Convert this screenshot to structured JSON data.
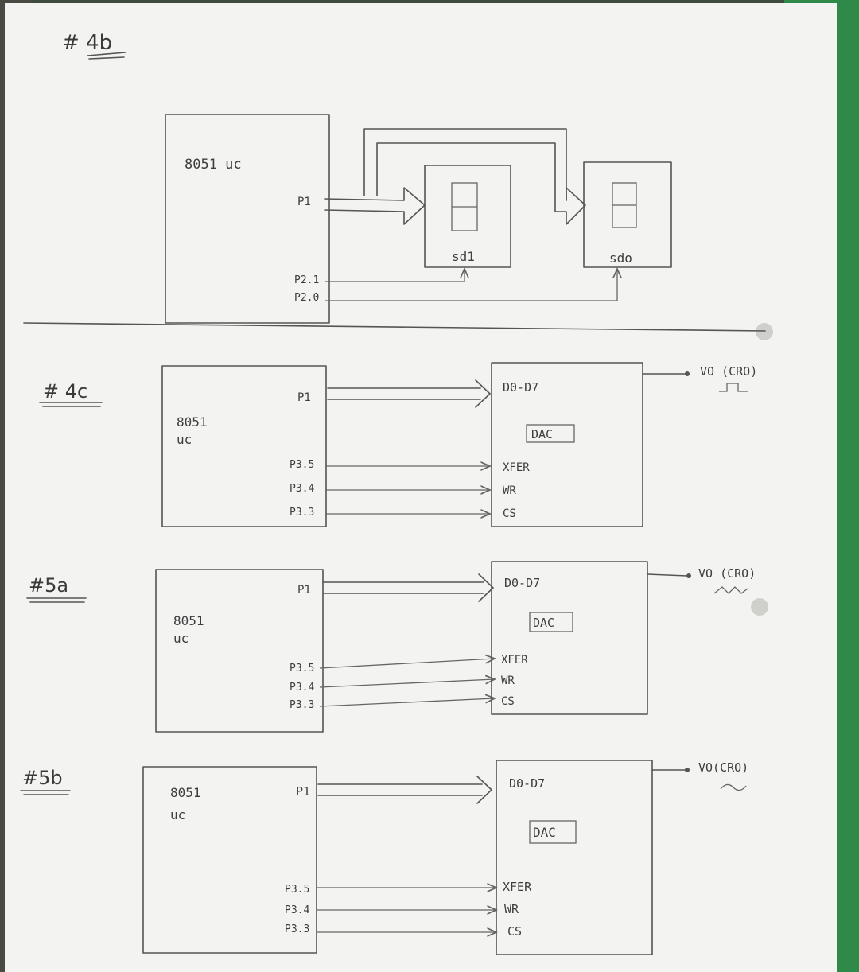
{
  "colors": {
    "paper": "#f3f3f1",
    "ink": "#555555",
    "background_green": "#2f8a4a"
  },
  "sections": {
    "s4b": {
      "heading": "# 4b",
      "uc_label": "8051 uc",
      "port_p1": "P1",
      "port_p21": "P2.1",
      "port_p20": "P2.0",
      "display1": "sd1",
      "display2": "sdo"
    },
    "s4c": {
      "heading": "# 4c",
      "uc_label_1": "8051",
      "uc_label_2": "uc",
      "port_p1": "P1",
      "port_p35": "P3.5",
      "port_p34": "P3.4",
      "port_p33": "P3.3",
      "dac_data": "D0-D7",
      "dac_label": "DAC",
      "pin_xfer": "XFER",
      "pin_wr": "WR",
      "pin_cs": "CS",
      "output": "VO (CRO)"
    },
    "s5a": {
      "heading": "#5a",
      "uc_label_1": "8051",
      "uc_label_2": "uc",
      "port_p1": "P1",
      "port_p35": "P3.5",
      "port_p34": "P3.4",
      "port_p33": "P3.3",
      "dac_data": "D0-D7",
      "dac_label": "DAC",
      "pin_xfer": "XFER",
      "pin_wr": "WR",
      "pin_cs": "CS",
      "output": "VO (CRO)"
    },
    "s5b": {
      "heading": "#5b",
      "uc_label_1": "8051",
      "uc_label_2": "uc",
      "port_p1": "P1",
      "port_p35": "P3.5",
      "port_p34": "P3.4",
      "port_p33": "P3.3",
      "dac_data": "D0-D7",
      "dac_label": "DAC",
      "pin_xfer": "XFER",
      "pin_wr": "WR",
      "pin_cs": "CS",
      "output": "VO(CRO)"
    }
  }
}
